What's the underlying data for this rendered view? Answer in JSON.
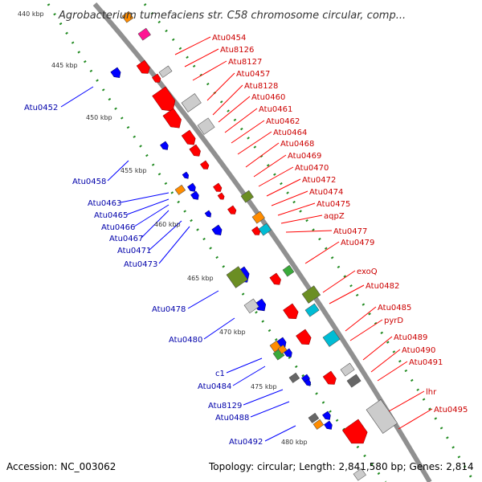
{
  "title": "Agrobacterium tumefaciens str. C58 chromosome circular, comp...",
  "footer": {
    "accession": "Accession: NC_003062",
    "topology": "Topology: circular; Length: 2,841,580 bp; Genes: 2,814"
  },
  "colors": {
    "top_strand": "#ff0000",
    "bottom_strand": "#0000ff",
    "top_label": "#cc0000",
    "bottom_label": "#0000aa",
    "backbone": "#999999",
    "tick": "#228B22"
  },
  "kbp_ticks": [
    "440 kbp",
    "445 kbp",
    "450 kbp",
    "455 kbp",
    "460 kbp",
    "465 kbp",
    "470 kbp",
    "475 kbp",
    "480 kbp"
  ],
  "top_strand_labels": [
    "Atu0454",
    "Atu8126",
    "Atu8127",
    "Atu0457",
    "Atu8128",
    "Atu0460",
    "Atu0461",
    "Atu0462",
    "Atu0464",
    "Atu0468",
    "Atu0469",
    "Atu0470",
    "Atu0472",
    "Atu0474",
    "Atu0475",
    "aqpZ",
    "Atu0477",
    "Atu0479",
    "exoQ",
    "Atu0482",
    "Atu0485",
    "pyrD",
    "Atu0489",
    "Atu0490",
    "Atu0491",
    "lhr",
    "Atu0495"
  ],
  "bottom_strand_labels": [
    "Atu0452",
    "Atu0458",
    "Atu0463",
    "Atu0465",
    "Atu0466",
    "Atu0467",
    "Atu0471",
    "Atu0473",
    "Atu0478",
    "Atu0480",
    "c1",
    "Atu0484",
    "Atu8129",
    "Atu0488",
    "Atu0492"
  ]
}
